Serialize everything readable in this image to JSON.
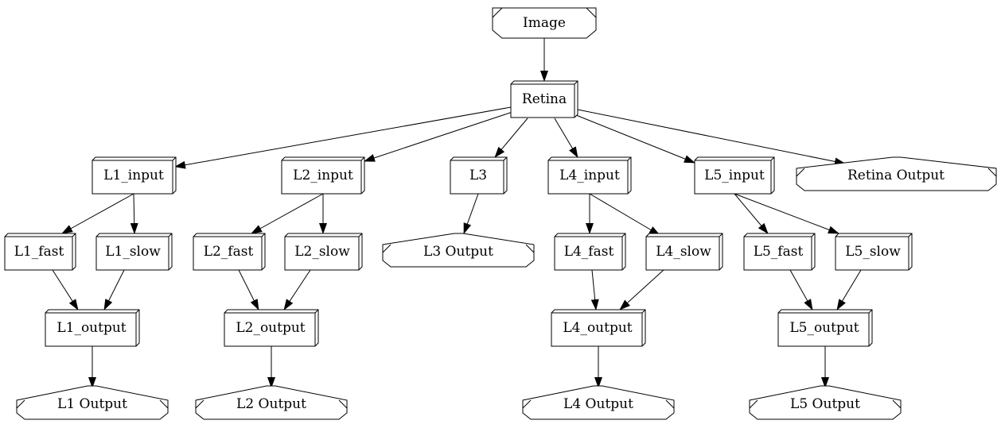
{
  "diagram": {
    "nodes": {
      "image": "Image",
      "retina": "Retina",
      "l1_input": "L1_input",
      "l2_input": "L2_input",
      "l3": "L3",
      "l4_input": "L4_input",
      "l5_input": "L5_input",
      "retina_output": "Retina Output",
      "l1_fast": "L1_fast",
      "l1_slow": "L1_slow",
      "l2_fast": "L2_fast",
      "l2_slow": "L2_slow",
      "l3_output": "L3 Output",
      "l4_fast": "L4_fast",
      "l4_slow": "L4_slow",
      "l5_fast": "L5_fast",
      "l5_slow": "L5_slow",
      "l1_output": "L1_output",
      "l2_output": "L2_output",
      "l4_output": "L4_output",
      "l5_output": "L5_output",
      "l1_output_port": "L1 Output",
      "l2_output_port": "L2 Output",
      "l4_output_port": "L4 Output",
      "l5_output_port": "L5 Output"
    },
    "edges": [
      [
        "image",
        "retina"
      ],
      [
        "retina",
        "l1_input"
      ],
      [
        "retina",
        "l2_input"
      ],
      [
        "retina",
        "l3"
      ],
      [
        "retina",
        "l4_input"
      ],
      [
        "retina",
        "l5_input"
      ],
      [
        "retina",
        "retina_output"
      ],
      [
        "l1_input",
        "l1_fast"
      ],
      [
        "l1_input",
        "l1_slow"
      ],
      [
        "l2_input",
        "l2_fast"
      ],
      [
        "l2_input",
        "l2_slow"
      ],
      [
        "l3",
        "l3_output"
      ],
      [
        "l4_input",
        "l4_fast"
      ],
      [
        "l4_input",
        "l4_slow"
      ],
      [
        "l5_input",
        "l5_fast"
      ],
      [
        "l5_input",
        "l5_slow"
      ],
      [
        "l1_fast",
        "l1_output"
      ],
      [
        "l1_slow",
        "l1_output"
      ],
      [
        "l2_fast",
        "l2_output"
      ],
      [
        "l2_slow",
        "l2_output"
      ],
      [
        "l4_fast",
        "l4_output"
      ],
      [
        "l4_slow",
        "l4_output"
      ],
      [
        "l5_fast",
        "l5_output"
      ],
      [
        "l5_slow",
        "l5_output"
      ],
      [
        "l1_output",
        "l1_output_port"
      ],
      [
        "l2_output",
        "l2_output_port"
      ],
      [
        "l4_output",
        "l4_output_port"
      ],
      [
        "l5_output",
        "l5_output_port"
      ]
    ]
  }
}
